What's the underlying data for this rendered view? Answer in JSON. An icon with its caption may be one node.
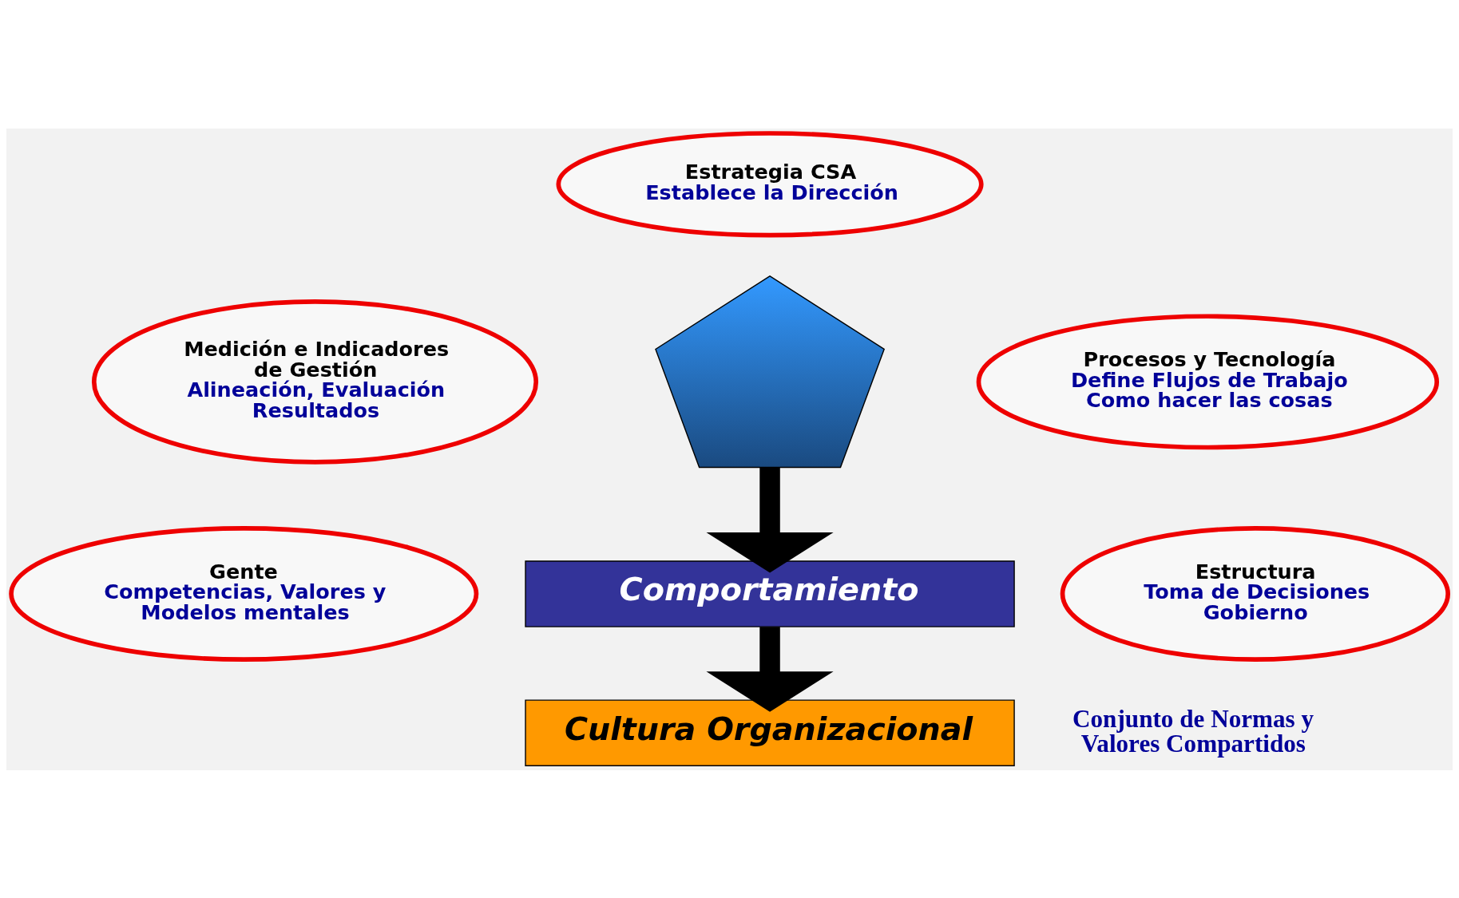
{
  "diagram": {
    "nodes": [
      {
        "text": [
          "Estrategia CSA",
          "Establece la Dirección"
        ]
      },
      {
        "text": [
          "Medición e Indicadores de Gestión",
          "Alineación, Evaluación Resultados"
        ]
      },
      {
        "text": [
          "Procesos y Tecnología",
          "Define Flujos de Trabajo Como hacer las cosas"
        ]
      },
      {
        "text": [
          "Gente",
          "Competencias, Valores y Modelos mentales"
        ]
      },
      {
        "text": [
          "Estructura",
          "Toma de Decisiones Gobierno"
        ]
      },
      {
        "text": [],
        "shape": "pentagon"
      },
      {
        "text": [
          "Comportamiento"
        ]
      },
      {
        "text": [
          "Cultura Organizacional"
        ]
      }
    ],
    "edges": [
      {
        "from": 5,
        "to": 6,
        "arrow": "to"
      },
      {
        "from": 6,
        "to": 7,
        "arrow": "to"
      }
    ],
    "labels": [
      "Conjunto de Normas y Valores Compartidos"
    ]
  }
}
